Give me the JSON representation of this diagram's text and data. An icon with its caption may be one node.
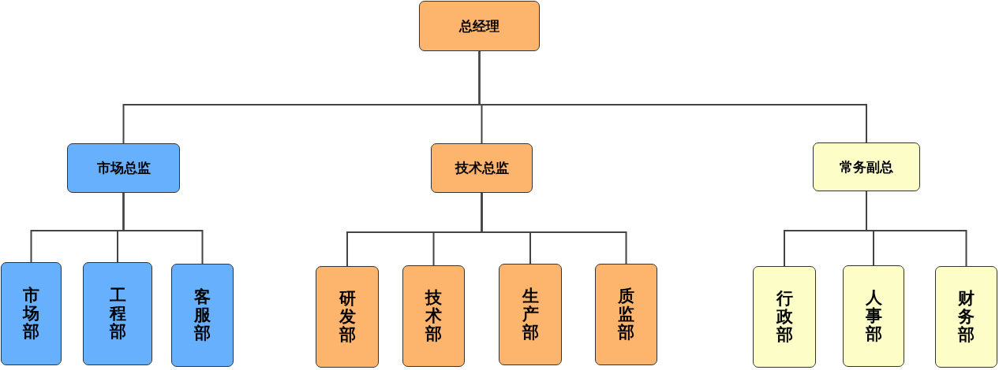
{
  "diagram": {
    "nodes": [
      {
        "text": [
          "总经理"
        ]
      },
      {
        "text": [
          "市场总监"
        ]
      },
      {
        "text": [
          "技术总监"
        ]
      },
      {
        "text": [
          "常务副总"
        ]
      },
      {
        "text": [
          "市场部"
        ]
      },
      {
        "text": [
          "工程部"
        ]
      },
      {
        "text": [
          "客服部"
        ]
      },
      {
        "text": [
          "研发部"
        ]
      },
      {
        "text": [
          "技术部"
        ]
      },
      {
        "text": [
          "生产部"
        ]
      },
      {
        "text": [
          "质监部"
        ]
      },
      {
        "text": [
          "行政部"
        ]
      },
      {
        "text": [
          "人事部"
        ]
      },
      {
        "text": [
          "财务部"
        ]
      }
    ],
    "edges": [
      {
        "from": 0,
        "to": 1,
        "arrow": "none"
      },
      {
        "from": 0,
        "to": 2,
        "arrow": "none"
      },
      {
        "from": 0,
        "to": 3,
        "arrow": "none"
      },
      {
        "from": 1,
        "to": 4,
        "arrow": "none"
      },
      {
        "from": 1,
        "to": 5,
        "arrow": "none"
      },
      {
        "from": 1,
        "to": 6,
        "arrow": "none"
      },
      {
        "from": 2,
        "to": 7,
        "arrow": "none"
      },
      {
        "from": 2,
        "to": 8,
        "arrow": "none"
      },
      {
        "from": 2,
        "to": 9,
        "arrow": "none"
      },
      {
        "from": 2,
        "to": 10,
        "arrow": "none"
      },
      {
        "from": 3,
        "to": 11,
        "arrow": "none"
      },
      {
        "from": 3,
        "to": 12,
        "arrow": "none"
      },
      {
        "from": 3,
        "to": 13,
        "arrow": "none"
      }
    ]
  }
}
